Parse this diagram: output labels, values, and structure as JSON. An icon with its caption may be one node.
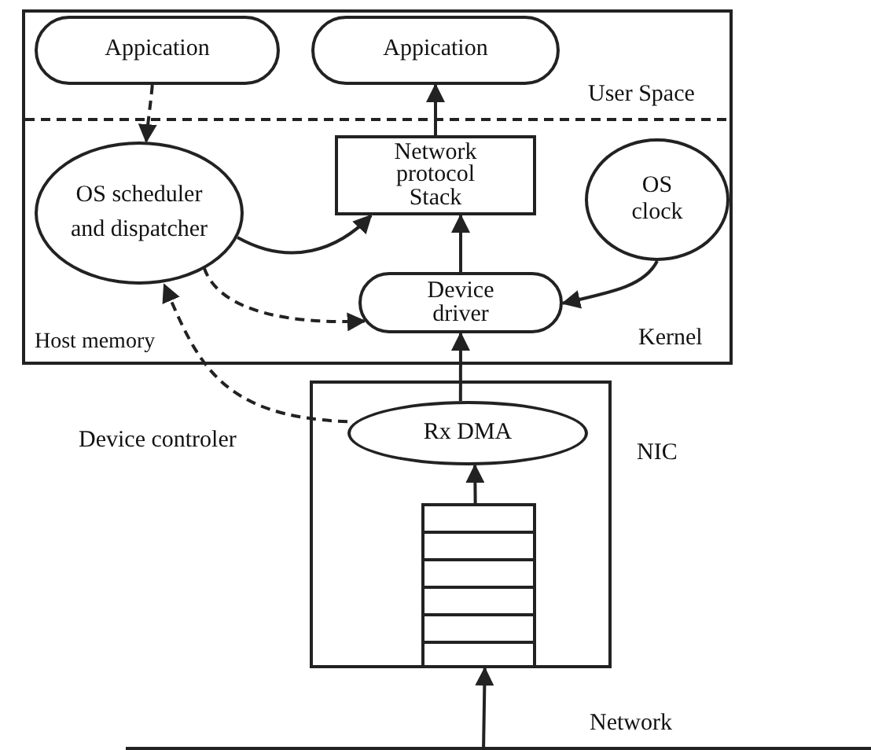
{
  "diagram": {
    "nodes": [
      {
        "text": [
          "Host memory"
        ]
      },
      {
        "text": [
          "Appication"
        ],
        "in": 0
      },
      {
        "text": [
          "Appication"
        ],
        "in": 0
      },
      {
        "text": [
          "OS scheduler and dispatcher"
        ],
        "in": 0
      },
      {
        "text": [
          "Network protocol Stack"
        ],
        "in": 0
      },
      {
        "text": [
          "OS clock"
        ],
        "in": 0
      },
      {
        "text": [
          "Device driver"
        ],
        "in": 0
      },
      {
        "text": [
          "NIC"
        ]
      },
      {
        "text": [
          "Rx DMA"
        ],
        "in": 7
      },
      {
        "text": [],
        "shape": "box",
        "in": 7
      },
      {
        "text": [
          "Network"
        ]
      }
    ],
    "edges": [
      {
        "from": 1,
        "to": 3,
        "arrow": "to",
        "style": "dashed"
      },
      {
        "from": 4,
        "to": 2,
        "arrow": "to"
      },
      {
        "from": 3,
        "to": 4,
        "arrow": "to"
      },
      {
        "from": 6,
        "to": 4,
        "arrow": "to"
      },
      {
        "from": 5,
        "to": 6,
        "arrow": "to"
      },
      {
        "from": 3,
        "to": 6,
        "arrow": "to",
        "style": "dashed"
      },
      {
        "from": 8,
        "to": 3,
        "arrow": "to",
        "style": "dashed"
      },
      {
        "from": 8,
        "to": 6,
        "arrow": "to"
      },
      {
        "from": 9,
        "to": 8,
        "arrow": "to"
      },
      {
        "from": 10,
        "to": 7,
        "arrow": "to"
      }
    ],
    "labels": [
      "User Space",
      "Kernel",
      "Device controler"
    ]
  }
}
